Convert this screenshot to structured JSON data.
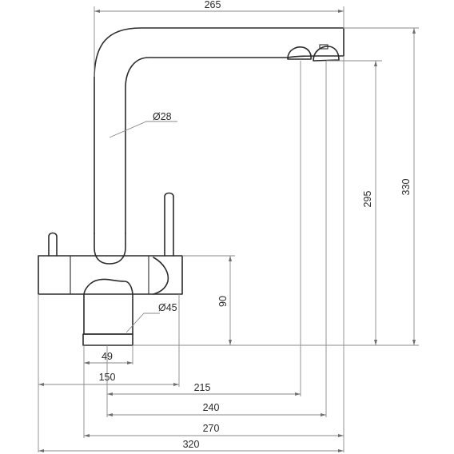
{
  "dimensions": {
    "top_width": "265",
    "spout_diameter": "Ø28",
    "base_diameter": "Ø45",
    "body_height": "90",
    "spout_height": "295",
    "total_height": "330",
    "base_width": "49",
    "reach_150": "150",
    "reach_215": "215",
    "reach_240": "240",
    "reach_270": "270",
    "total_length": "320"
  }
}
